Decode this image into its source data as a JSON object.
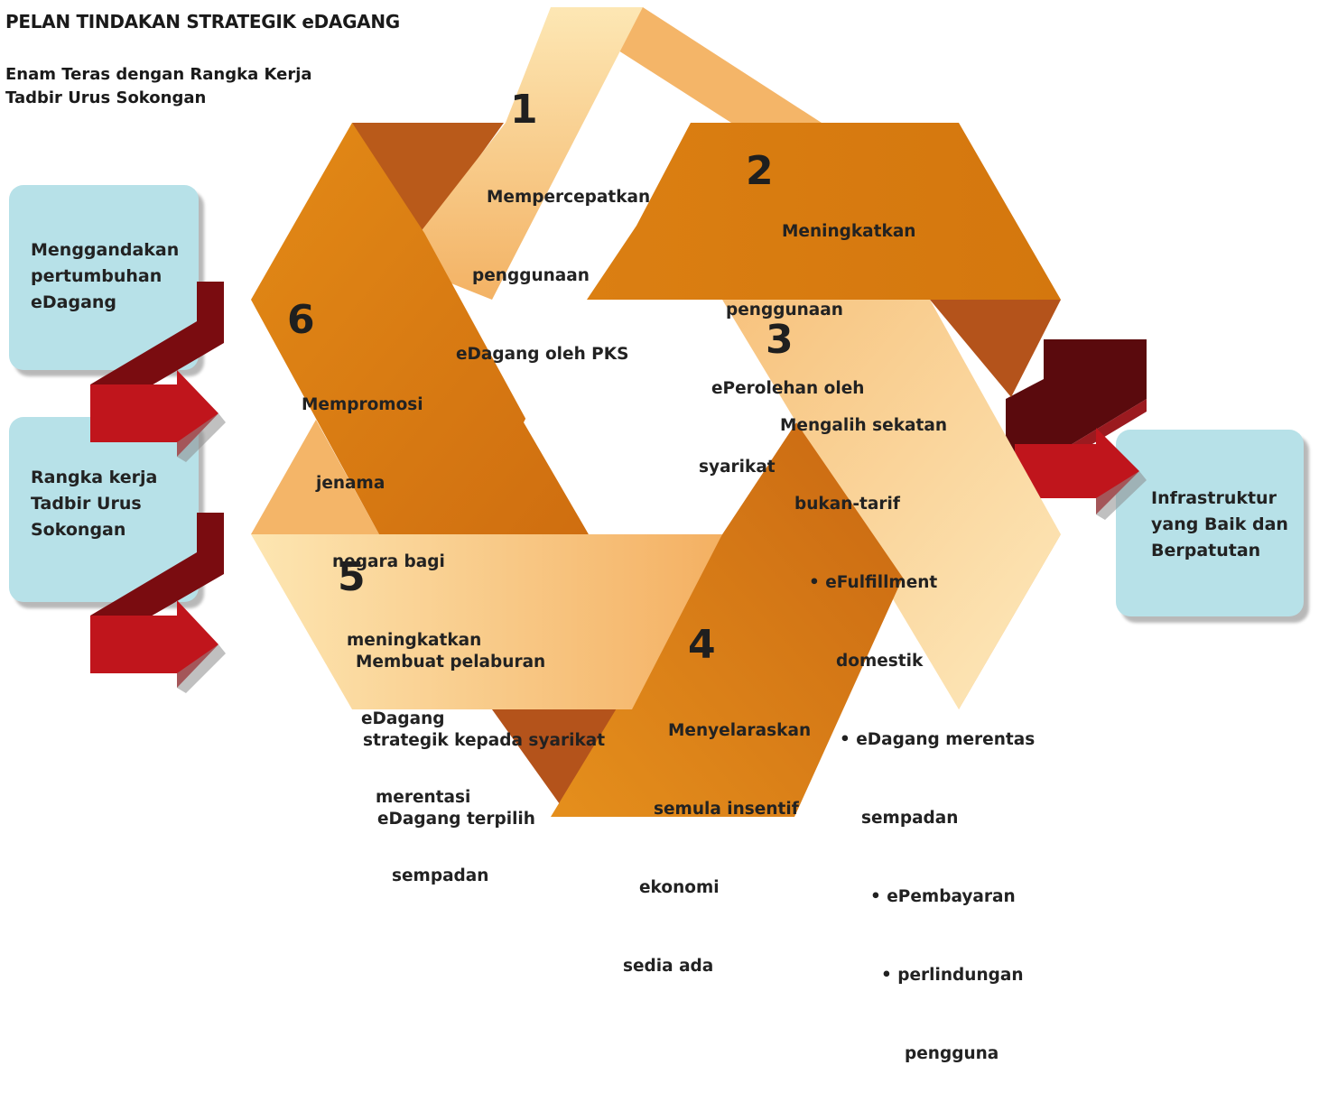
{
  "header": {
    "title": "PELAN TINDAKAN STRATEGIK eDAGANG",
    "subtitle_lines": [
      "Enam Teras dengan Rangka Kerja",
      "Tadbir Urus Sokongan"
    ]
  },
  "left_boxes": [
    {
      "lines": [
        "Menggandakan",
        "pertumbuhan",
        "eDagang"
      ]
    },
    {
      "lines": [
        "Rangka kerja",
        "Tadbir Urus",
        "Sokongan"
      ]
    }
  ],
  "right_box": {
    "lines": [
      "Infrastruktur",
      "yang Baik dan",
      "Berpatutan"
    ]
  },
  "thrusts": [
    {
      "number": "1",
      "lines": [
        "Mempercepatkan",
        "penggunaan",
        "eDagang oleh PKS"
      ]
    },
    {
      "number": "2",
      "lines": [
        "Meningkatkan",
        "penggunaan",
        "ePerolehan oleh",
        "syarikat"
      ]
    },
    {
      "number": "3",
      "lines": [
        "Mengalih sekatan",
        "bukan-tarif",
        "• eFulfillment",
        "domestik",
        "• eDagang merentas",
        "sempadan",
        "• ePembayaran",
        "• perlindungan",
        "pengguna"
      ]
    },
    {
      "number": "4",
      "lines": [
        "Menyelaraskan",
        "semula insentif",
        "ekonomi",
        "sedia ada"
      ]
    },
    {
      "number": "5",
      "lines": [
        "Membuat pelaburan",
        "strategik kepada syarikat",
        "eDagang terpilih"
      ]
    },
    {
      "number": "6",
      "lines": [
        "Mempromosi",
        "jenama",
        "negara bagi",
        "meningkatkan",
        "eDagang",
        "merentasi",
        "sempadan"
      ]
    }
  ],
  "colors": {
    "box_fill": "#b7e1e8",
    "arrow_red": "#c0151c",
    "arrow_dark": "#7a0c10",
    "band_dark_orange": "#d77d10",
    "band_light": "#f6c380",
    "band_shadow": "#b5581b"
  }
}
